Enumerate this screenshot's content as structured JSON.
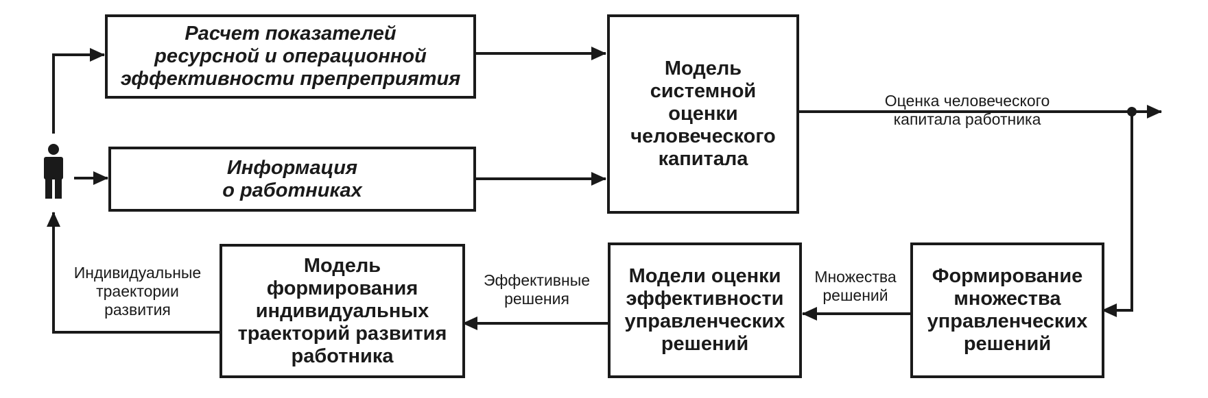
{
  "boxes": {
    "calc": [
      "Расчет показателей",
      "ресурсной и операционной",
      "эффективности препреприятия"
    ],
    "info": [
      "Информация",
      "о работниках"
    ],
    "system_model": [
      "Модель",
      "системной",
      "оценки",
      "человеческого",
      "капитала"
    ],
    "forming_set": [
      "Формирование",
      "множества",
      "управленческих",
      "решений"
    ],
    "evaluation_models": [
      "Модели оценки",
      "эффективности",
      "управленческих",
      "решений"
    ],
    "trajectory_model": [
      "Модель",
      "формирования",
      "индивидуальных",
      "траекторий развития",
      "работника"
    ]
  },
  "labels": {
    "capital_assessment": [
      "Оценка человеческого",
      "капитала работника"
    ],
    "decision_sets": [
      "Множества",
      "решений"
    ],
    "effective_decisions": [
      "Эффективные",
      "решения"
    ],
    "individual_trajectories": [
      "Индивидуальные",
      "траектории",
      "развития"
    ]
  },
  "icons": {
    "worker": "person-icon"
  }
}
